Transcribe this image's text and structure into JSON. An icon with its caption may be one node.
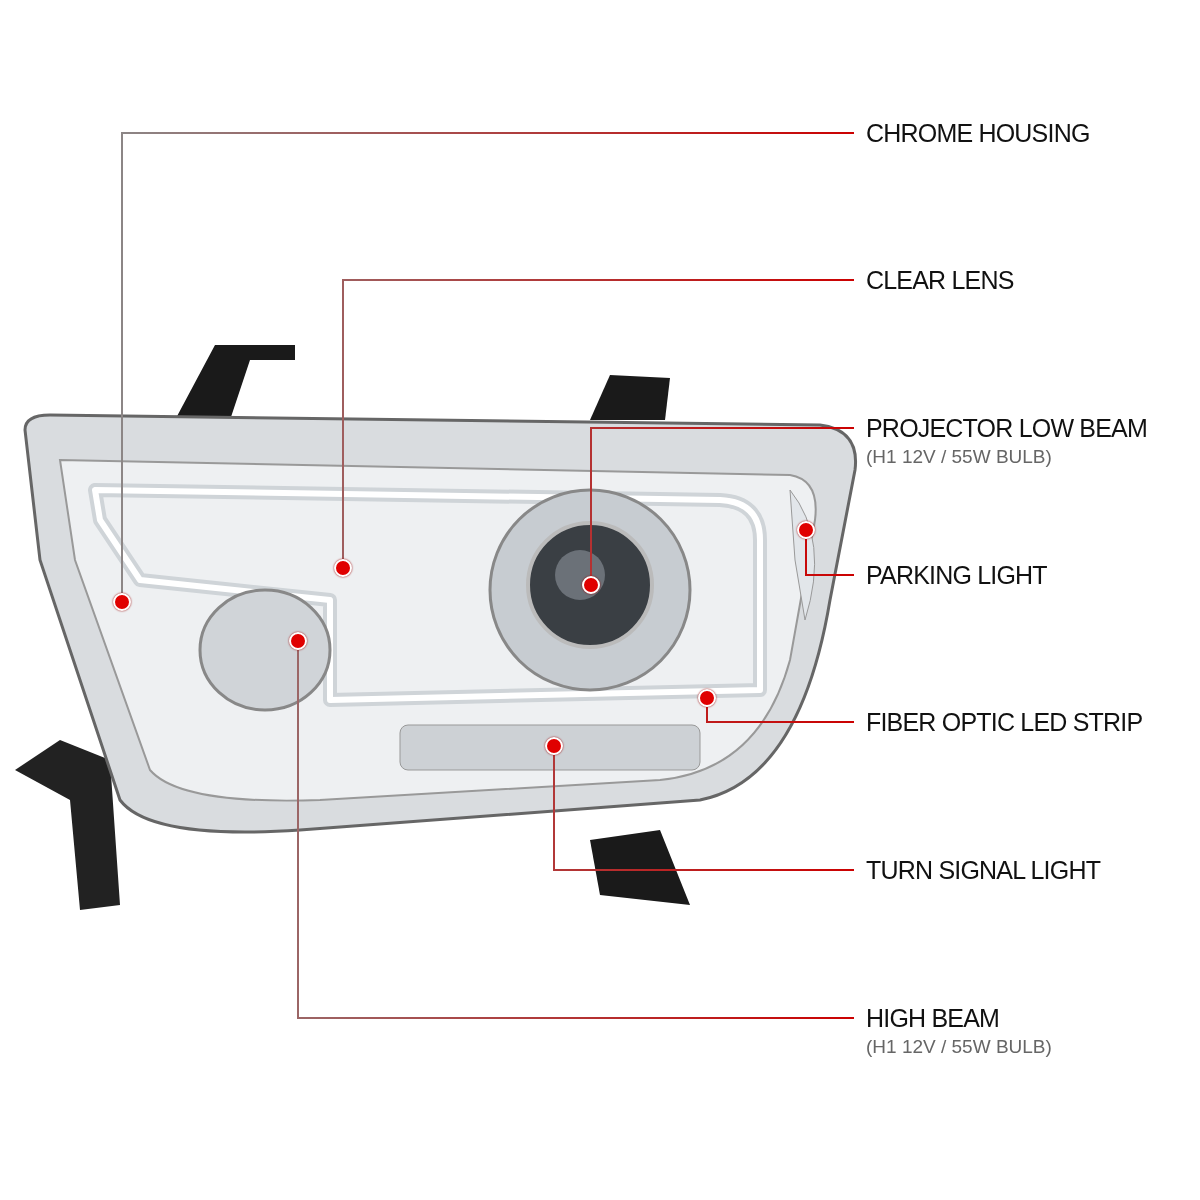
{
  "diagram": {
    "nodes": [
      {
        "text": [
          "CHROME HOUSING"
        ]
      },
      {
        "text": [
          "CLEAR LENS"
        ]
      },
      {
        "text": [
          "PROJECTOR LOW BEAM",
          "(H1 12V / 55W BULB)"
        ]
      },
      {
        "text": [
          "PARKING LIGHT"
        ]
      },
      {
        "text": [
          "FIBER OPTIC LED STRIP"
        ]
      },
      {
        "text": [
          "TURN SIGNAL LIGHT"
        ]
      },
      {
        "text": [
          "HIGH BEAM",
          "(H1 12V / 55W BULB)"
        ]
      },
      {
        "text": [],
        "shape": "circle"
      },
      {
        "text": [],
        "shape": "circle"
      },
      {
        "text": [],
        "shape": "circle"
      },
      {
        "text": [],
        "shape": "circle"
      },
      {
        "text": [],
        "shape": "circle"
      },
      {
        "text": [],
        "shape": "circle"
      },
      {
        "text": [],
        "shape": "circle"
      }
    ],
    "edges": [
      {
        "from": 0,
        "to": 7,
        "arrow": "none"
      },
      {
        "from": 1,
        "to": 8,
        "arrow": "none"
      },
      {
        "from": 2,
        "to": 9,
        "arrow": "none"
      },
      {
        "from": 3,
        "to": 10,
        "arrow": "none"
      },
      {
        "from": 4,
        "to": 11,
        "arrow": "none"
      },
      {
        "from": 5,
        "to": 12,
        "arrow": "none"
      },
      {
        "from": 6,
        "to": 13,
        "arrow": "none"
      }
    ]
  }
}
